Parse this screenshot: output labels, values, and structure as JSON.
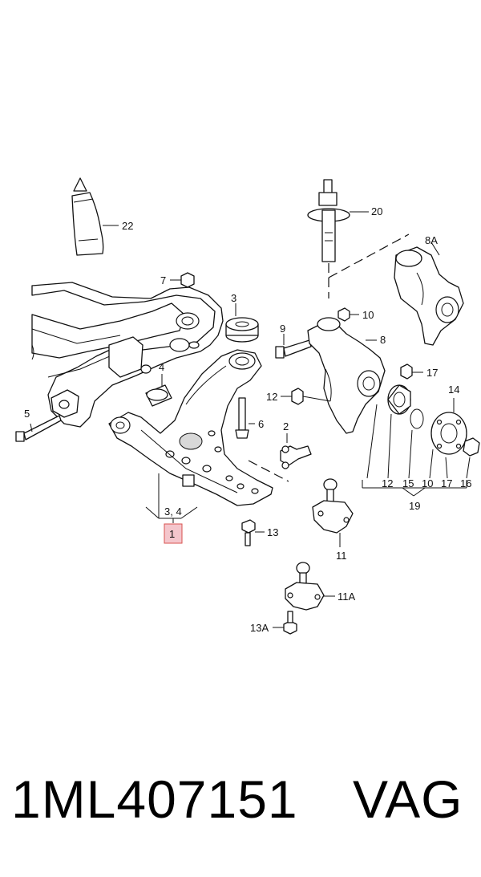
{
  "diagram": {
    "labels": {
      "l22": "22",
      "l20": "20",
      "l8a": "8A",
      "l7": "7",
      "l3": "3",
      "l10": "10",
      "l9": "9",
      "l8": "8",
      "l17": "17",
      "l4": "4",
      "l14": "14",
      "l12": "12",
      "l5": "5",
      "l6": "6",
      "l2": "2",
      "l34": "3, 4",
      "l1": "1",
      "l13": "13",
      "l11": "11",
      "l11a": "11A",
      "l13a": "13A",
      "g19_12": "12",
      "g19_15": "15",
      "g19_10": "10",
      "g19_17": "17",
      "g19_16": "16",
      "l19": "19"
    },
    "highlight_color": "#f4c6cc",
    "highlight_border": "#d9534f"
  },
  "footer": {
    "part_number": "1ML407151",
    "brand": "VAG"
  }
}
